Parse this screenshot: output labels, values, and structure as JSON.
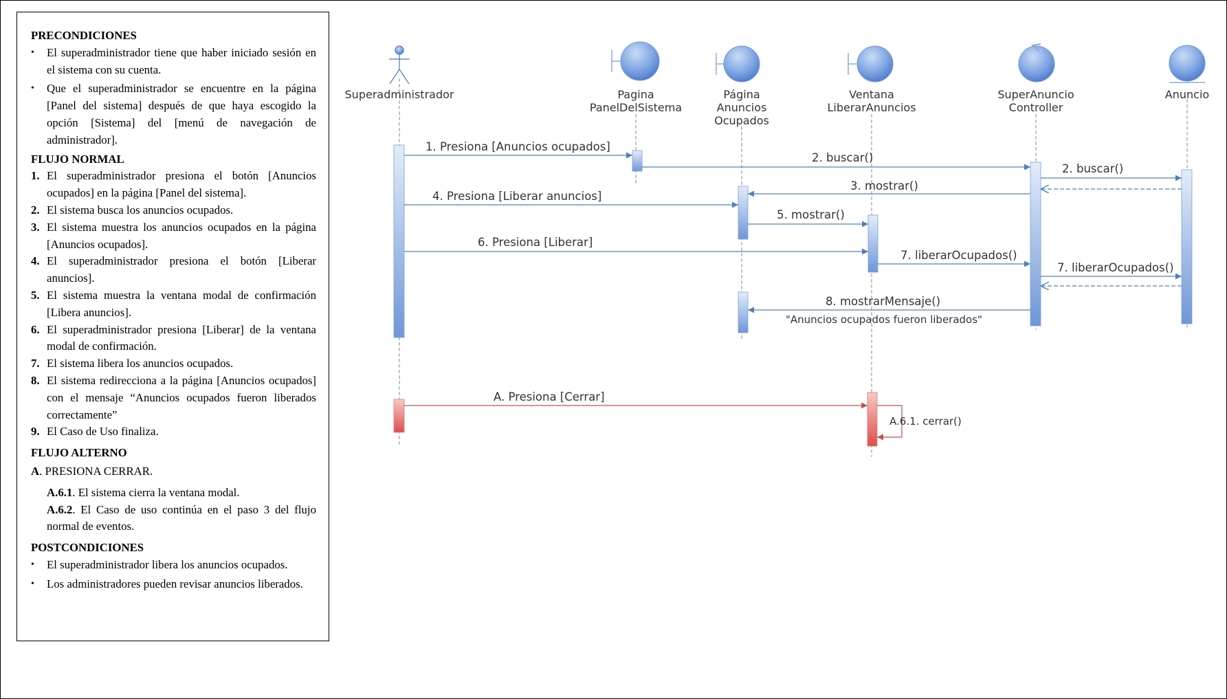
{
  "spec": {
    "precondiciones": {
      "title": "PRECONDICIONES",
      "items": [
        "El superadministrador tiene que haber iniciado sesión en el sistema con su cuenta.",
        "Que el superadministrador se encuentre en la página [Panel del sistema] después de que haya escogido la opción [Sistema] del [menú de navegación de administrador]."
      ]
    },
    "flujo_normal": {
      "title": "FLUJO NORMAL",
      "steps": [
        {
          "num": "1.",
          "text": "El superadministrador presiona el botón [Anuncios ocupados] en la página [Panel del sistema]."
        },
        {
          "num": "2.",
          "text": "El sistema busca los anuncios ocupados."
        },
        {
          "num": "3.",
          "text": "El sistema muestra los anuncios ocupados en la página [Anuncios ocupados]."
        },
        {
          "num": "4.",
          "text": "El superadministrador presiona el botón [Liberar anuncios]."
        },
        {
          "num": "5.",
          "text": "El sistema muestra la ventana modal de confirmación [Libera anuncios]."
        },
        {
          "num": "6.",
          "text": "El superadministrador presiona [Liberar] de la ventana modal de confirmación."
        },
        {
          "num": "7.",
          "text": "El sistema libera los anuncios ocupados."
        },
        {
          "num": "8.",
          "text": "El sistema redirecciona a la página [Anuncios ocupados] con el mensaje “Anuncios ocupados fueron liberados correctamente”"
        },
        {
          "num": "9.",
          "text": "El Caso de Uso finaliza."
        }
      ]
    },
    "flujo_alterno": {
      "title": "FLUJO ALTERNO",
      "label": "A",
      "heading": ". PRESIONA CERRAR.",
      "items": [
        {
          "num": "A.6.1",
          "text": ". El sistema cierra la ventana modal."
        },
        {
          "num": "A.6.2",
          "text": ". El Caso de uso continúa en el paso 3 del flujo normal de eventos."
        }
      ]
    },
    "postcondiciones": {
      "title": "POSTCONDICIONES",
      "items": [
        "El superadministrador libera los anuncios ocupados.",
        "Los administradores pueden revisar anuncios liberados."
      ]
    }
  },
  "sequence": {
    "colors": {
      "lifeline": "#888888",
      "message": "#4f81bd",
      "alt_message": "#c0504d",
      "activation": "#6f96d8",
      "alt_activation": "#e46666",
      "icon_fill": "#5b8ad8",
      "label": "#333333"
    },
    "participants": [
      {
        "id": "superadmin",
        "kind": "actor-icon",
        "label_lines": [
          "Superadministrador"
        ]
      },
      {
        "id": "panel",
        "kind": "boundary-icon",
        "label_lines": [
          "Pagina",
          "PanelDelSistema"
        ]
      },
      {
        "id": "anuncios_ocupados",
        "kind": "boundary-icon",
        "label_lines": [
          "Página",
          "Anuncios",
          "Ocupados"
        ]
      },
      {
        "id": "ventana",
        "kind": "boundary-icon",
        "label_lines": [
          "Ventana",
          "LiberarAnuncios"
        ]
      },
      {
        "id": "controller",
        "kind": "control-icon",
        "label_lines": [
          "SuperAnuncio",
          "Controller"
        ]
      },
      {
        "id": "anuncio",
        "kind": "entity-icon",
        "label_lines": [
          "Anuncio"
        ]
      }
    ],
    "messages": [
      {
        "label": "1. Presiona [Anuncios ocupados]",
        "from": "superadmin",
        "to": "panel",
        "kind": "call"
      },
      {
        "label": "2. buscar()",
        "from": "panel",
        "to": "controller",
        "kind": "call"
      },
      {
        "label": "2. buscar()",
        "from": "controller",
        "to": "anuncio",
        "kind": "call"
      },
      {
        "label": "",
        "from": "anuncio",
        "to": "controller",
        "kind": "return"
      },
      {
        "label": "3. mostrar()",
        "from": "controller",
        "to": "anuncios_ocupados",
        "kind": "call"
      },
      {
        "label": "4. Presiona [Liberar anuncios]",
        "from": "superadmin",
        "to": "anuncios_ocupados",
        "kind": "call"
      },
      {
        "label": "5. mostrar()",
        "from": "anuncios_ocupados",
        "to": "ventana",
        "kind": "call"
      },
      {
        "label": "6. Presiona [Liberar]",
        "from": "superadmin",
        "to": "ventana",
        "kind": "call"
      },
      {
        "label": "7. liberarOcupados()",
        "from": "ventana",
        "to": "controller",
        "kind": "call"
      },
      {
        "label": "7. liberarOcupados()",
        "from": "controller",
        "to": "anuncio",
        "kind": "call"
      },
      {
        "label": "",
        "from": "anuncio",
        "to": "controller",
        "kind": "return"
      },
      {
        "label": "8. mostrarMensaje()",
        "from": "controller",
        "to": "anuncios_ocupados",
        "kind": "call"
      },
      {
        "label": "A. Presiona [Cerrar]",
        "from": "superadmin",
        "to": "ventana",
        "kind": "alt"
      },
      {
        "label": "A.6.1. cerrar()",
        "from": "ventana",
        "to": "ventana",
        "kind": "alt-self"
      }
    ],
    "notes": [
      {
        "text": "\"Anuncios ocupados fueron liberados\"",
        "near": "8. mostrarMensaje()"
      }
    ]
  }
}
